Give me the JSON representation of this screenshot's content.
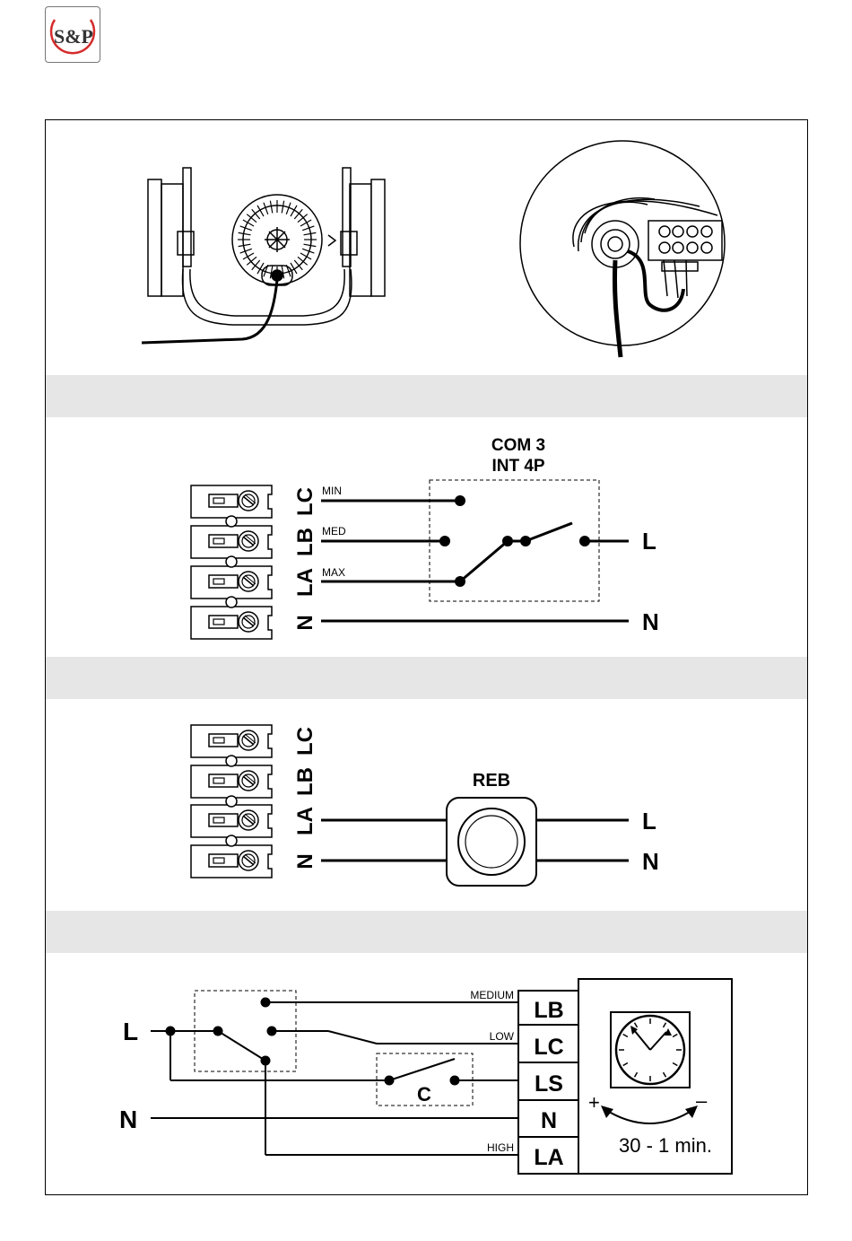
{
  "logo": {
    "text": "S&P",
    "ring_color": "#d62c2c"
  },
  "diagram1": {
    "box_title_1": "COM 3",
    "box_title_2": "INT 4P",
    "terminals": [
      "LC",
      "LB",
      "LA",
      "N"
    ],
    "wire_labels": [
      "MIN",
      "MED",
      "MAX"
    ],
    "line": "L",
    "neutral": "N"
  },
  "diagram2": {
    "terminals": [
      "LC",
      "LB",
      "LA",
      "N"
    ],
    "device": "REB",
    "line": "L",
    "neutral": "N"
  },
  "diagram3": {
    "line": "L",
    "neutral": "N",
    "switch_label": "C",
    "wire_labels": [
      "MEDIUM",
      "LOW",
      "HIGH"
    ],
    "terminals": [
      "LB",
      "LC",
      "LS",
      "N",
      "LA"
    ],
    "plus": "+",
    "minus": "–",
    "timer_range": "30 - 1 min."
  },
  "colors": {
    "band": "#e6e6e6",
    "ink": "#000000"
  }
}
